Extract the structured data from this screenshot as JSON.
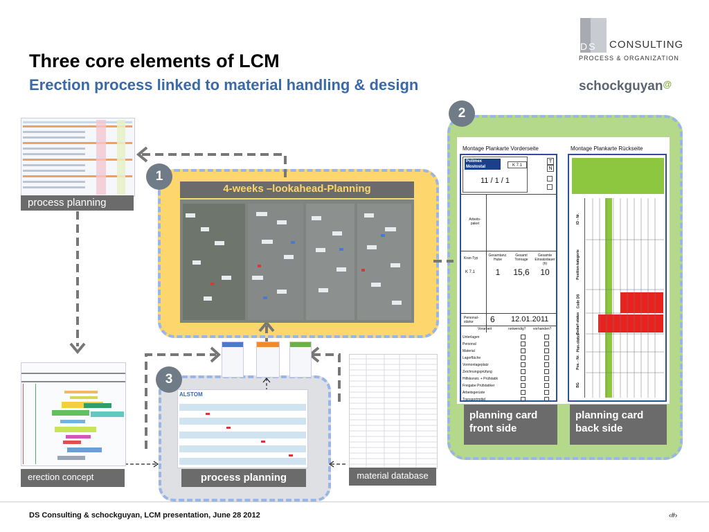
{
  "title": "Three core elements of LCM",
  "subtitle": "Erection process linked to material handling & design",
  "logo": {
    "ds": "DS",
    "consulting": "CONSULTING",
    "process_org": "PROCESS & ORGANIZATION",
    "schock": "schockguyan",
    "schock_mark": "@"
  },
  "badges": {
    "one": "1",
    "two": "2",
    "three": "3"
  },
  "labels": {
    "process_planning_left": "process planning",
    "lookahead": "4-weeks –lookahead-Planning",
    "erection_concept": "erection concept",
    "process_planning_bottom": "process planning",
    "material_database": "material database",
    "card_front": "planning card front side",
    "card_back": "planning card back side"
  },
  "card": {
    "front_title": "Montage Plankarte Vorderseite",
    "back_title": "Montage Plankarte Rückseite",
    "company1": "Polimex",
    "company2": "Mostostal",
    "k_code": "K 7.1",
    "date_code": "11 / 1 / 1",
    "arbeitspaket": "Arbeits-paket",
    "kran_typ": "Kran-Typ",
    "gesamtanz_hube": "Gesamtanz. Hube",
    "gesamt_tonnage": "Gesamt Tonnage",
    "gesamte_einsatz": "Gesamte Einsatzdauer (h)",
    "kran_k": "K 7.1",
    "hube": "1",
    "tonnage": "15,6",
    "dauer": "10",
    "personal": "Personal-stärke",
    "personal_val": "6",
    "datum": "12.01.2011",
    "vorarbeit": "Vorarbeit",
    "notwendig": "notwendig?",
    "vorhanden": "vorhanden?",
    "check_items": [
      "Unterlagen",
      "Personal",
      "Material",
      "Lagerfläche",
      "Vormontageplatz",
      "Zeichnungsprüfung",
      "Hilfskonstr. + Prüfstatik",
      "Freigabe Prüfstatiker",
      "Arbeitsgerüste",
      "Transportmittel"
    ],
    "back_rows": [
      "ID - Nr.",
      "Position-kategorie",
      "Code DS",
      "Bedarf-status",
      "Plan-status",
      "Pos. - Nr.",
      "BG"
    ],
    "t_label": "T",
    "n_label": "N"
  },
  "footer": {
    "left": "DS Consulting & schockguyan,  LCM presentation, June 28 2012",
    "right": "‹#›"
  },
  "colors": {
    "title": "#000000",
    "subtitle": "#3a6aa6",
    "green": "#b5d98a",
    "yellow": "#fdd76e",
    "gray": "#dfe0e3",
    "dash": "#9ab6e6",
    "arrow": "#777777"
  }
}
